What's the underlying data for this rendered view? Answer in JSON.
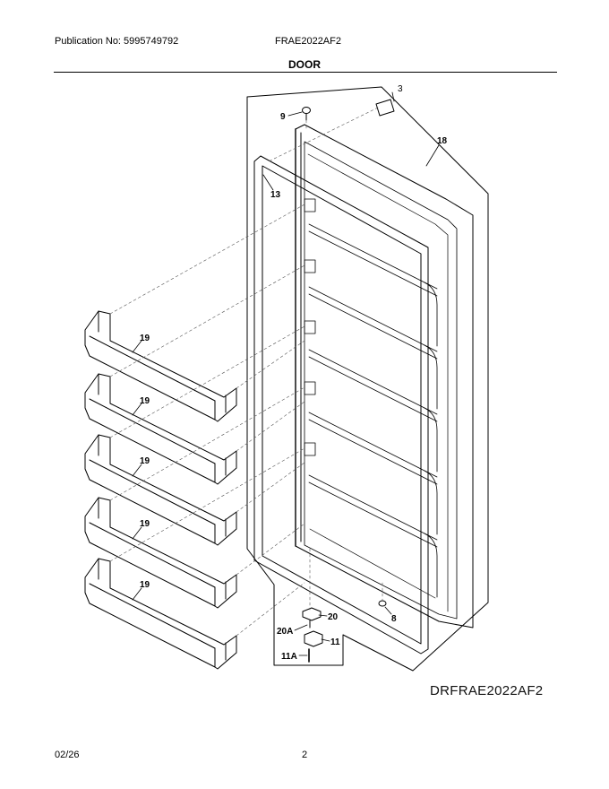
{
  "header": {
    "publication": "Publication No: 5995749792",
    "model": "FRAE2022AF2",
    "section_title": "DOOR"
  },
  "diagram": {
    "code": "DRFRAE2022AF2",
    "callouts": {
      "c3": "3",
      "c9": "9",
      "c18": "18",
      "c13": "13",
      "c19a": "19",
      "c19b": "19",
      "c19c": "19",
      "c19d": "19",
      "c19e": "19",
      "c20": "20",
      "c20a": "20A",
      "c11": "11",
      "c11a": "11A",
      "c8": "8"
    }
  },
  "footer": {
    "date": "02/26",
    "page": "2"
  }
}
